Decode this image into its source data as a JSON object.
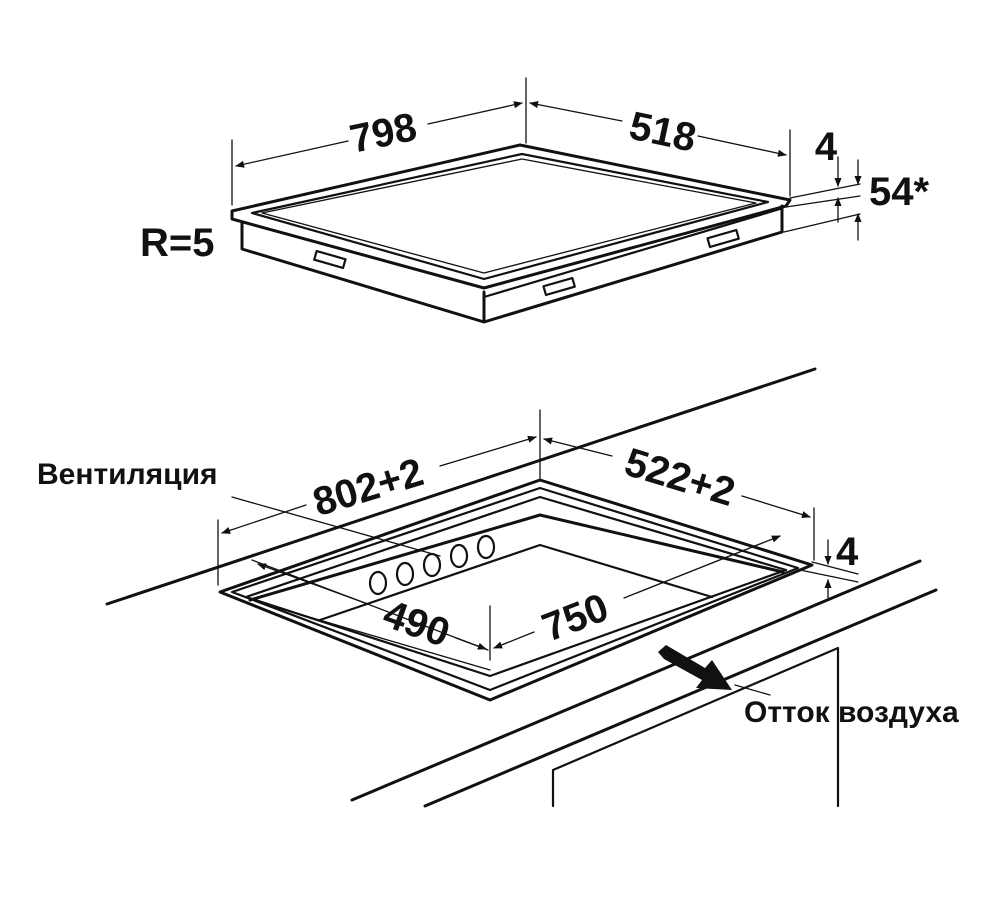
{
  "hob": {
    "width": "798",
    "depth": "518",
    "glass_thickness": "4",
    "height": "54*",
    "corner_radius": "R=5"
  },
  "cutout": {
    "width": "802+2",
    "depth": "522+2",
    "recess_depth": "4",
    "inner_width": "750",
    "inner_depth": "490"
  },
  "labels": {
    "ventilation": "Вентиляция",
    "air_outflow": "Отток воздуха"
  }
}
